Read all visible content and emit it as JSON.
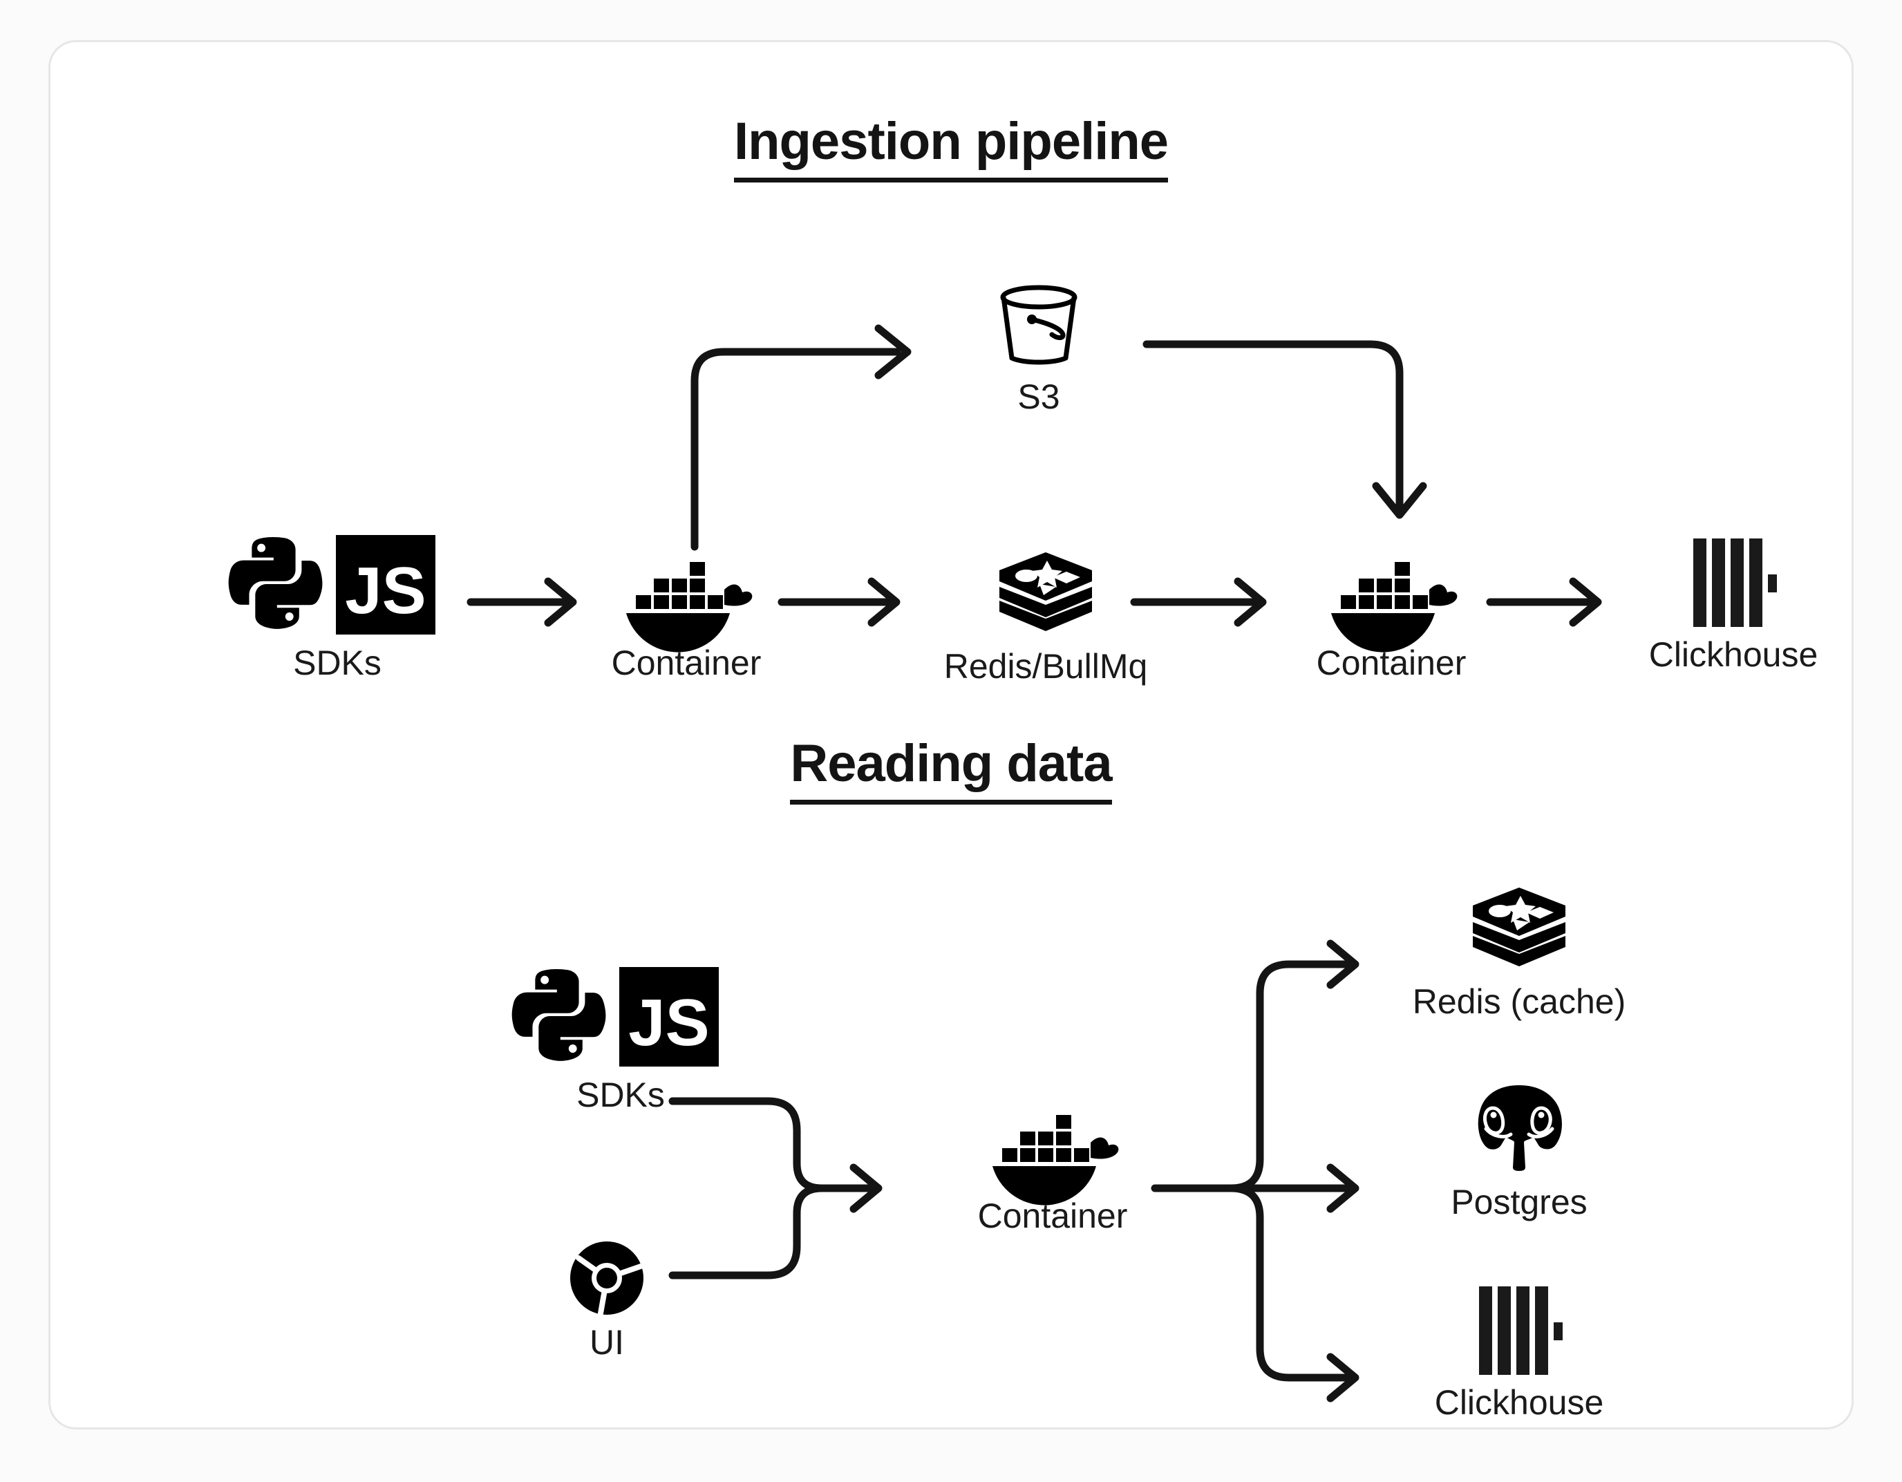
{
  "diagram": {
    "background_color": "#fbfbfb",
    "card_color": "#ffffff",
    "border_color": "#e6e6e6",
    "stroke_color": "#141414",
    "sections": [
      {
        "id": "ingestion",
        "title": "Ingestion pipeline",
        "nodes": [
          {
            "id": "sdks",
            "label": "SDKs",
            "icon": "python-js-sdk-icon"
          },
          {
            "id": "container-1",
            "label": "Container",
            "icon": "docker-whale-icon"
          },
          {
            "id": "s3",
            "label": "S3",
            "icon": "s3-bucket-icon"
          },
          {
            "id": "redis-bullmq",
            "label": "Redis/BullMq",
            "icon": "redis-stack-icon"
          },
          {
            "id": "container-2",
            "label": "Container",
            "icon": "docker-whale-icon"
          },
          {
            "id": "clickhouse",
            "label": "Clickhouse",
            "icon": "clickhouse-bars-icon"
          }
        ],
        "edges": [
          {
            "from": "sdks",
            "to": "container-1",
            "style": "straight-arrow"
          },
          {
            "from": "container-1",
            "to": "s3",
            "style": "elbow-up-right-arrow"
          },
          {
            "from": "container-1",
            "to": "redis-bullmq",
            "style": "straight-arrow"
          },
          {
            "from": "s3",
            "to": "container-2",
            "style": "elbow-right-down-arrow"
          },
          {
            "from": "redis-bullmq",
            "to": "container-2",
            "style": "straight-arrow"
          },
          {
            "from": "container-2",
            "to": "clickhouse",
            "style": "straight-arrow"
          }
        ]
      },
      {
        "id": "reading",
        "title": "Reading data",
        "nodes": [
          {
            "id": "sdks-2",
            "label": "SDKs",
            "icon": "python-js-sdk-icon"
          },
          {
            "id": "ui",
            "label": "UI",
            "icon": "chrome-browser-icon"
          },
          {
            "id": "container-3",
            "label": "Container",
            "icon": "docker-whale-icon"
          },
          {
            "id": "redis-cache",
            "label": "Redis (cache)",
            "icon": "redis-stack-icon"
          },
          {
            "id": "postgres",
            "label": "Postgres",
            "icon": "postgres-elephant-icon"
          },
          {
            "id": "clickhouse-2",
            "label": "Clickhouse",
            "icon": "clickhouse-bars-icon"
          }
        ],
        "edges": [
          {
            "from": "sdks-2",
            "to": "container-3",
            "style": "merge-arrow"
          },
          {
            "from": "ui",
            "to": "container-3",
            "style": "merge-arrow"
          },
          {
            "from": "container-3",
            "to": "redis-cache",
            "style": "fanout-up-arrow"
          },
          {
            "from": "container-3",
            "to": "postgres",
            "style": "fanout-straight-arrow"
          },
          {
            "from": "container-3",
            "to": "clickhouse-2",
            "style": "fanout-down-arrow"
          }
        ]
      }
    ]
  }
}
